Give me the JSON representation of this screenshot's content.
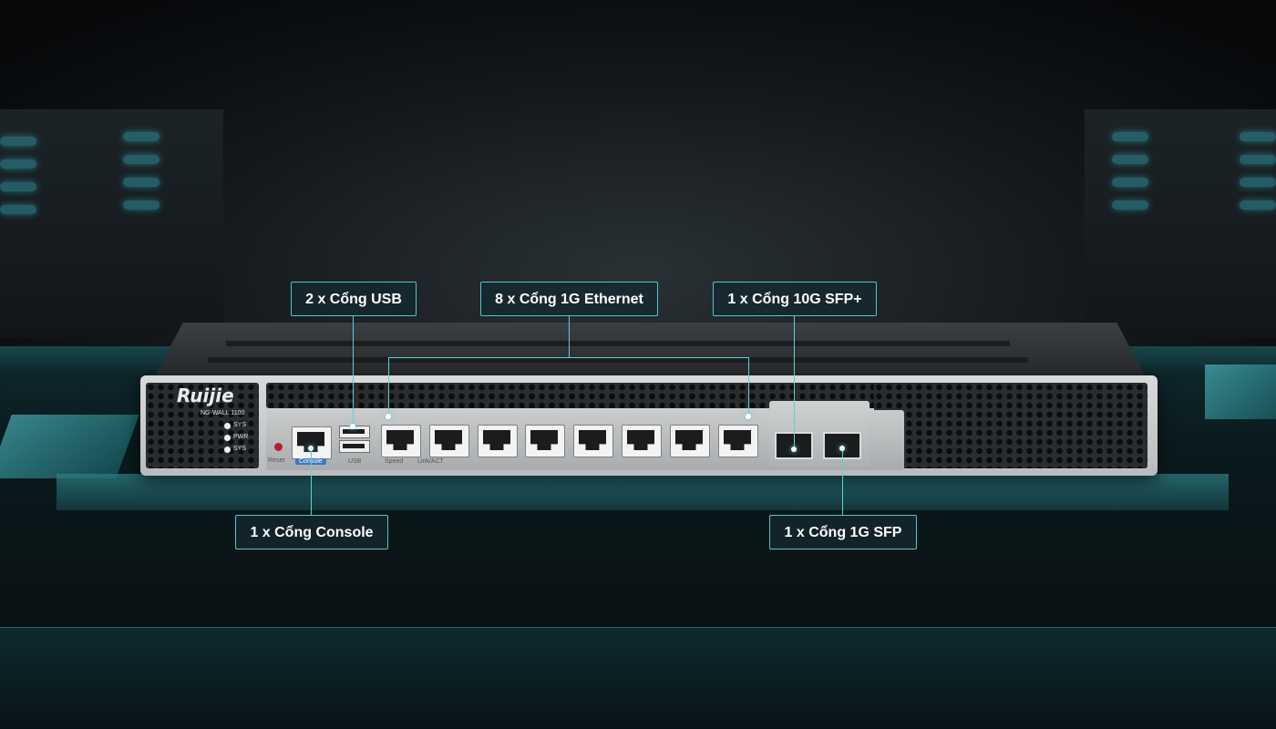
{
  "device": {
    "brand": "Ruijie",
    "model": "NG-WALL 1100",
    "status_leds": [
      "SYS",
      "PWR",
      "SYS"
    ],
    "labels": {
      "reset": "Reset",
      "console": "Console",
      "usb": "USB",
      "speed": "Speed",
      "link": "Link/ACT"
    }
  },
  "callouts": {
    "usb": "2 x Cổng USB",
    "ethernet": "8 x Cổng 1G Ethernet",
    "sfp_plus": "1 x Cổng 10G SFP+",
    "console": "1 x Cổng Console",
    "sfp": "1 x Cổng 1G SFP"
  },
  "colors": {
    "accent": "#5fd0d8",
    "callout_bg": "#14283",
    "console_tag": "#3a78c5"
  }
}
